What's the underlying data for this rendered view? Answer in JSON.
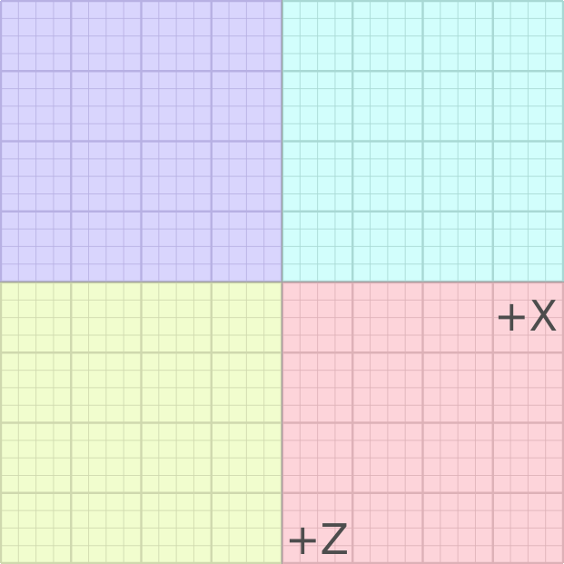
{
  "quadrants": [
    {
      "name": "top-left",
      "fill": "#d9d5fd",
      "line": "#b7b0e3"
    },
    {
      "name": "top-right",
      "fill": "#d2fefc",
      "line": "#a8d8d4"
    },
    {
      "name": "bottom-left",
      "fill": "#f1fdce",
      "line": "#cfd8ae"
    },
    {
      "name": "bottom-right",
      "fill": "#fdd4da",
      "line": "#ddb1b7"
    }
  ],
  "grid": {
    "major_divisions": 4,
    "minor_per_major": 4
  },
  "labels": {
    "x_axis": "+X",
    "z_axis": "+Z"
  },
  "colors": {
    "label": "#4d4d4d",
    "center_line": "#9c9c9c"
  }
}
